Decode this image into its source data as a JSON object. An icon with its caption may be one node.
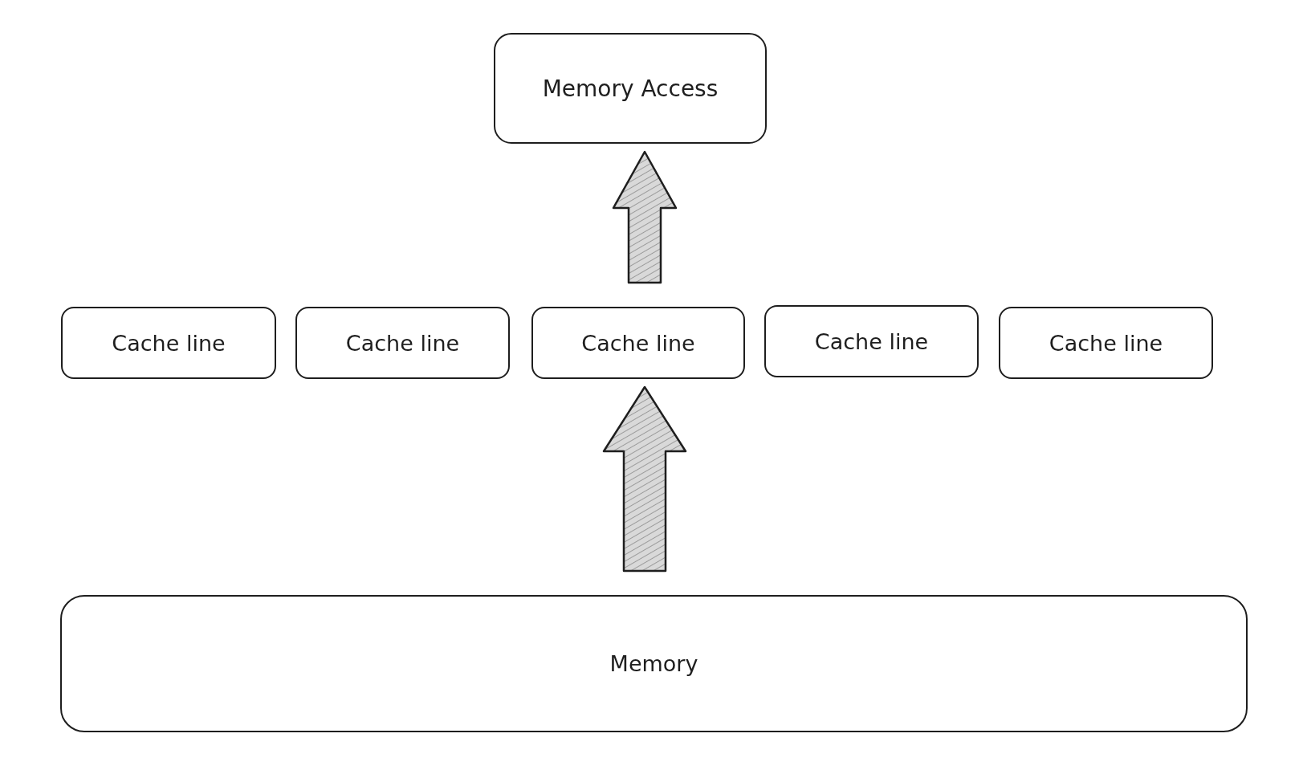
{
  "diagram": {
    "nodes": [
      {
        "text": [
          "Memory Access"
        ]
      },
      {
        "text": [
          "Cache line"
        ]
      },
      {
        "text": [
          "Cache line"
        ]
      },
      {
        "text": [
          "Cache line"
        ]
      },
      {
        "text": [
          "Cache line"
        ]
      },
      {
        "text": [
          "Cache line"
        ]
      },
      {
        "text": [
          "Memory"
        ]
      }
    ],
    "edges": [
      {
        "from": 6,
        "to": 3,
        "arrow": "to"
      },
      {
        "from": 3,
        "to": 0,
        "arrow": "to"
      }
    ]
  }
}
